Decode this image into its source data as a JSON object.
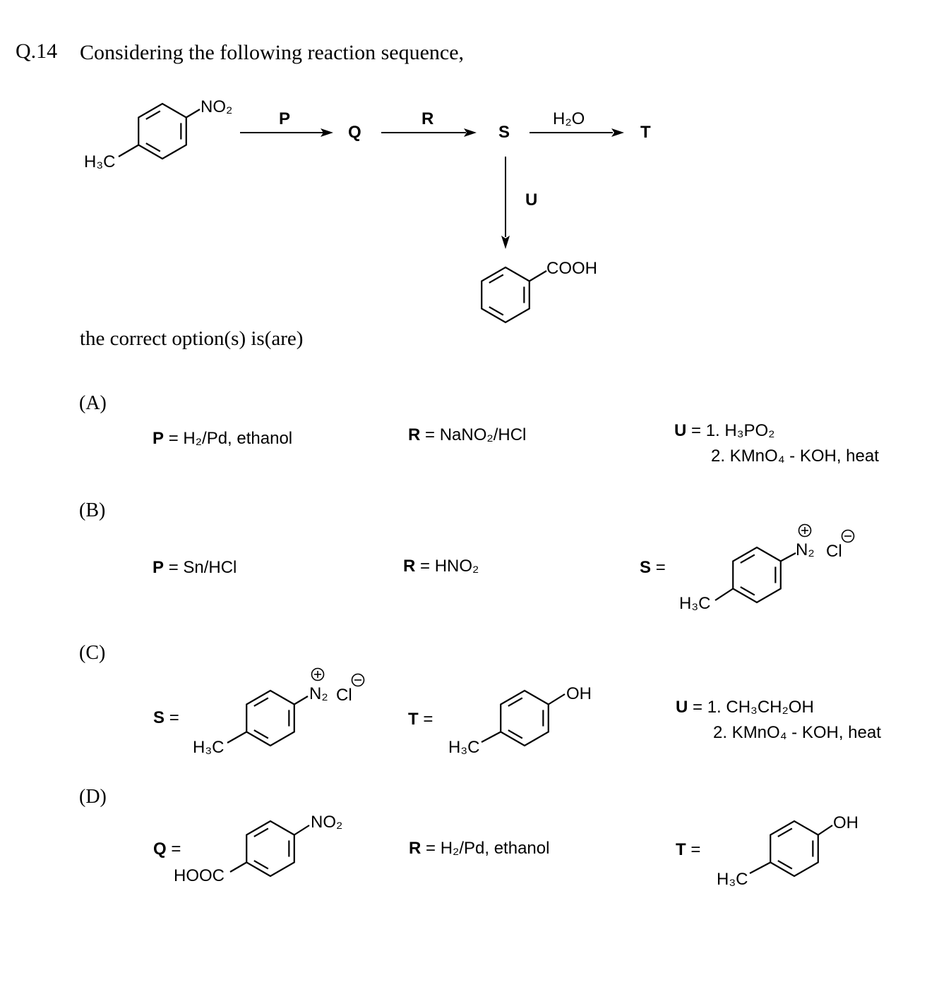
{
  "question": {
    "number": "Q.14",
    "text": "Considering the following reaction sequence,",
    "prompt": "the correct option(s) is(are)"
  },
  "scheme": {
    "reagent_p": "P",
    "product_q": "Q",
    "reagent_r": "R",
    "product_s": "S",
    "reagent_water": "H₂O",
    "product_t": "T",
    "reagent_u": "U",
    "start_h3c": "H₃C",
    "start_no2": "NO₂",
    "final_cooh": "COOH"
  },
  "options": {
    "A": {
      "label": "(A)",
      "p_key": "P",
      "p_val": "= H₂/Pd, ethanol",
      "r_key": "R",
      "r_val": "= NaNO₂/HCl",
      "u_key": "U",
      "u_val1": "= 1. H₃PO₂",
      "u_val2": "2. KMnO₄ - KOH, heat"
    },
    "B": {
      "label": "(B)",
      "p_key": "P",
      "p_val": "= Sn/HCl",
      "r_key": "R",
      "r_val": "= HNO₂",
      "s_key": "S",
      "s_eq": "=",
      "s_n2": "N₂",
      "s_cl": "Cl",
      "s_h3c": "H₃C"
    },
    "C": {
      "label": "(C)",
      "s_key": "S",
      "s_eq": "=",
      "s_n2": "N₂",
      "s_cl": "Cl",
      "s_h3c": "H₃C",
      "t_key": "T",
      "t_eq": "=",
      "t_oh": "OH",
      "t_h3c": "H₃C",
      "u_key": "U",
      "u_val1": "= 1. CH₃CH₂OH",
      "u_val2": "2. KMnO₄ - KOH, heat"
    },
    "D": {
      "label": "(D)",
      "q_key": "Q",
      "q_eq": "=",
      "q_no2": "NO₂",
      "q_hooc": "HOOC",
      "r_key": "R",
      "r_val": "= H₂/Pd, ethanol",
      "t_key": "T",
      "t_eq": "=",
      "t_oh": "OH",
      "t_h3c": "H₃C"
    }
  }
}
